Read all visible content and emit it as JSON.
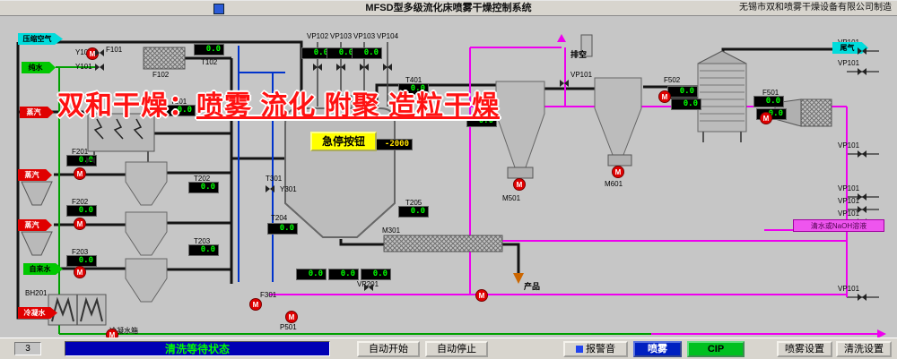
{
  "header": {
    "title": "MFSD型多级流化床喷雾干燥控制系统",
    "company": "无锡市双和喷雾干燥设备有限公司制造"
  },
  "watermark": {
    "brand": "双和干燥：",
    "slogan": "喷雾 流化 附聚 造粒干燥"
  },
  "controls": {
    "estop": "急停按钮"
  },
  "icons": {
    "motor": "M"
  },
  "right_tags": {
    "vent": "排空",
    "tail_gas": "尾气",
    "naoh": "清水或NaOH溶液",
    "product": "产品"
  },
  "sources": [
    {
      "label": "压缩空气",
      "color": "#00dcdc"
    },
    {
      "label": "纯水",
      "color": "#00c800"
    },
    {
      "label": "蒸汽",
      "color": "#e00000"
    },
    {
      "label": "蒸汽",
      "color": "#e00000"
    },
    {
      "label": "蒸汽",
      "color": "#e00000"
    },
    {
      "label": "自来水",
      "color": "#00c800"
    },
    {
      "label": "冷凝水",
      "color": "#e00000"
    }
  ],
  "tags": [
    "VP102",
    "VP103",
    "VP103",
    "VP104",
    "F101",
    "F102",
    "Y102",
    "Y101",
    "T102",
    "T201",
    "T401",
    "T205",
    "VP101",
    "F502",
    "M501",
    "M601",
    "VP101",
    "VP101",
    "VP101",
    "VP101",
    "VP101",
    "VP101",
    "VP101",
    "F501",
    "T202",
    "T203",
    "T204",
    "T301",
    "VP201",
    "M301",
    "F201",
    "F202",
    "F203",
    "BH201",
    "冷凝水箱",
    "F301",
    "Y301",
    "P501"
  ],
  "displays": [
    "0.0",
    "0.0",
    "0.0",
    "0.0",
    "0.0",
    "0.0",
    "-2000",
    "0.0",
    "0.0",
    "0.0",
    "0.0",
    "0.0",
    "0.0",
    "0.0",
    "0.0",
    "0.0",
    "0.0",
    "0.0",
    "0.0",
    "0.0",
    "0.0",
    "0.0"
  ],
  "footer": {
    "counter": "3",
    "status": "清洗等待状态",
    "auto_start": "自动开始",
    "auto_stop": "自动停止",
    "alarm": "报警音",
    "spray": "喷雾",
    "cip": "CIP",
    "spray_settings": "喷雾设置",
    "clean_settings": "清洗设置"
  },
  "colors": {
    "display_value": "#00ff00",
    "display_warning": "#ffe000",
    "status_bar_bg": "#0000b4",
    "cip_button": "#00c020",
    "spray_button": "#0020c0",
    "cip_pipe": "#ee00ee",
    "watermark_red": "#ff1212"
  }
}
